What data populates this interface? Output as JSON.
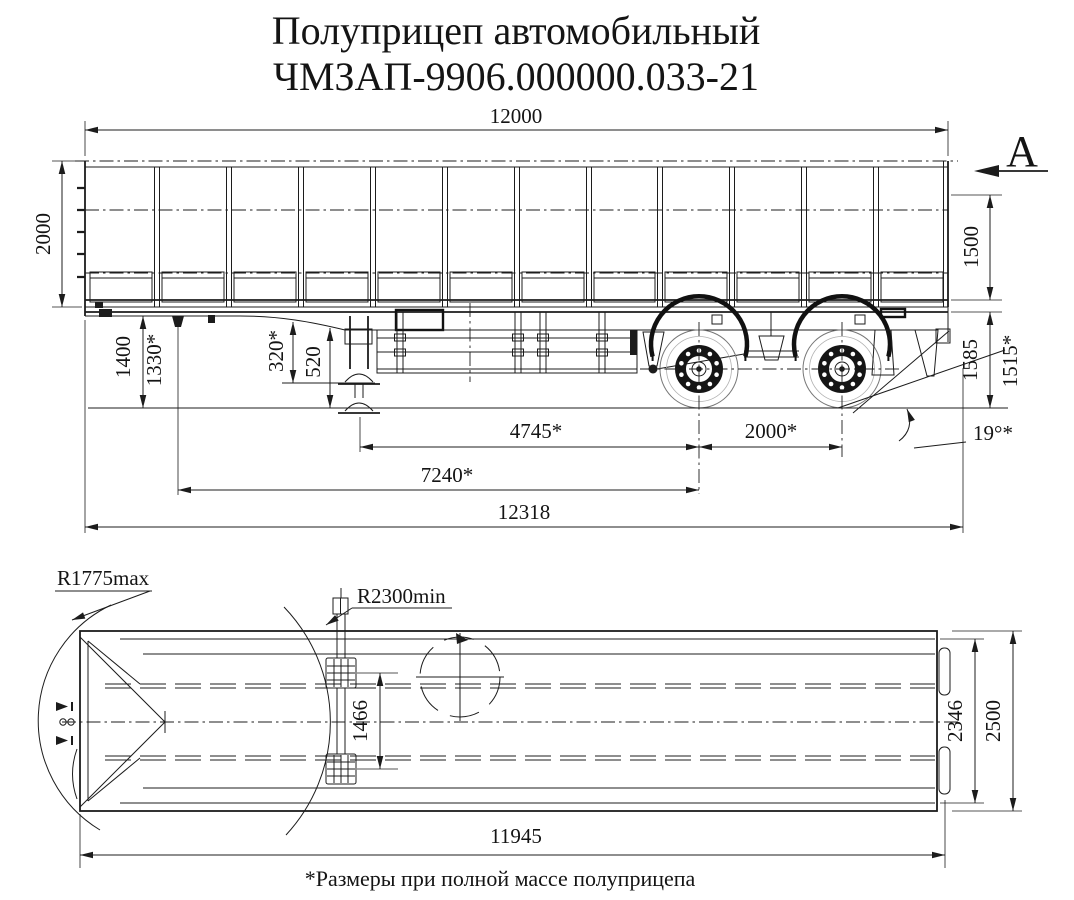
{
  "title": {
    "line1": "Полуприцеп автомобильный",
    "line2": "ЧМЗАП-9906.000000.033-21"
  },
  "footnote": "*Размеры при полной массе полуприцепа",
  "view_marker": "А",
  "side_view": {
    "dims": {
      "platform_length": "12000",
      "body_height": "2000",
      "side_height": "1500",
      "rear_height": "1585",
      "rear_height_loaded": "1515*",
      "coupling_height": "1400",
      "coupling_height_loaded": "1330*",
      "gooseneck_to_plate": "320*",
      "gooseneck_to_ground": "520",
      "support_to_axle": "4745*",
      "axle_spacing": "2000*",
      "kingpin_to_axle": "7240*",
      "overall_length": "12318",
      "departure_angle": "19°*"
    }
  },
  "plan_view": {
    "dims": {
      "front_swing_radius": "R1775max",
      "rear_swing_radius": "R2300min",
      "support_spacing": "1466",
      "platform_width": "2346",
      "overall_width": "2500",
      "frame_length": "11945"
    }
  },
  "colors": {
    "line": "#1c1c1c",
    "background": "#ffffff"
  }
}
